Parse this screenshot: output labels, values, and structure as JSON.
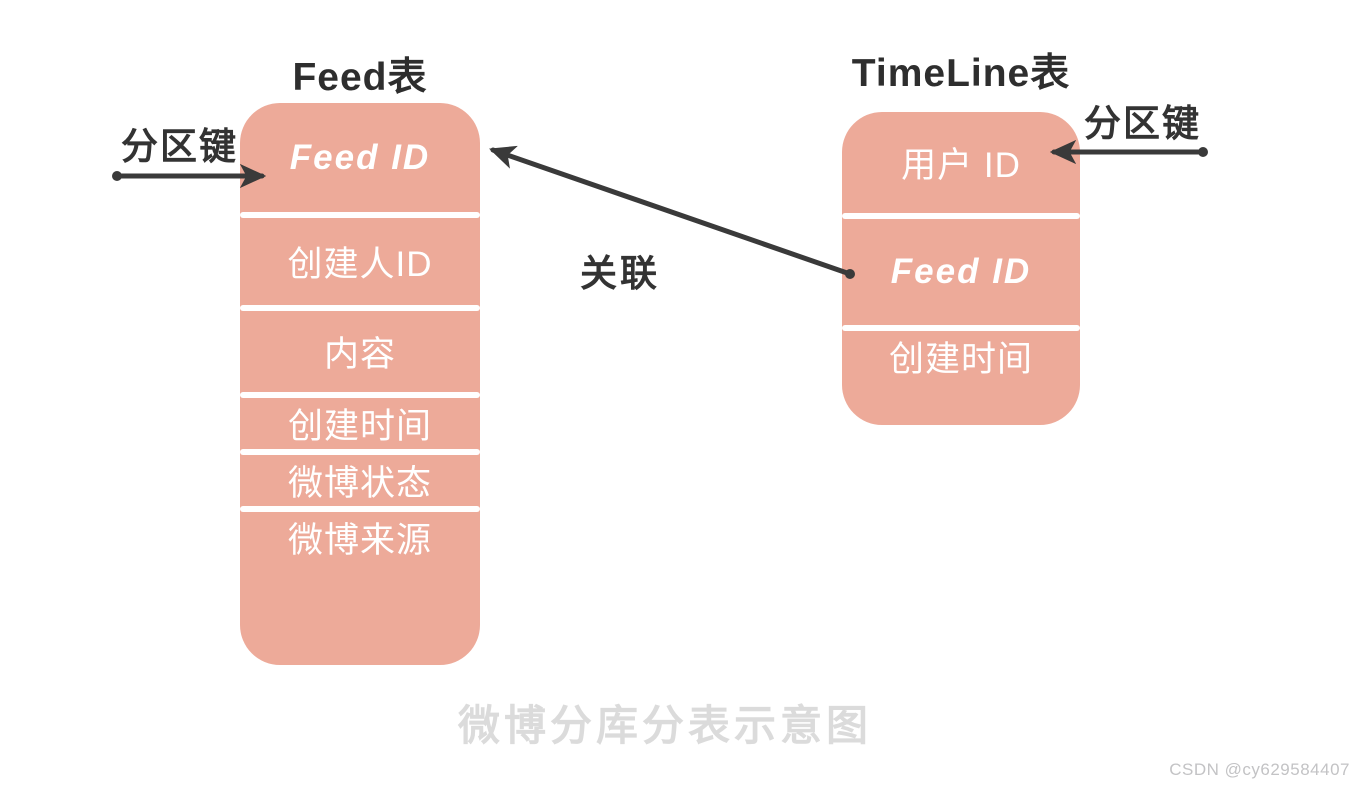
{
  "diagram": {
    "caption": "微博分库分表示意图",
    "watermark": "CSDN @cy629584407",
    "relation_label": "关联",
    "colors": {
      "table_fill": "#edaa99",
      "ink": "#3a3a3a",
      "row_text": "#ffffff",
      "caption_text": "#dbdbdb",
      "watermark_text": "#c3c3c5"
    },
    "icons": {
      "partition_key_arrow_left": "arrow-right-icon",
      "partition_key_arrow_right": "arrow-left-icon",
      "relation_arrow": "arrow-up-left-icon"
    },
    "tables": [
      {
        "title": "Feed表",
        "partition_key_label": "分区键",
        "rows": [
          "Feed ID",
          "创建人ID",
          "内容",
          "创建时间",
          "微博状态",
          "微博来源"
        ]
      },
      {
        "title": "TimeLine表",
        "partition_key_label": "分区键",
        "rows": [
          "用户 ID",
          "Feed ID",
          "创建时间"
        ]
      }
    ]
  }
}
